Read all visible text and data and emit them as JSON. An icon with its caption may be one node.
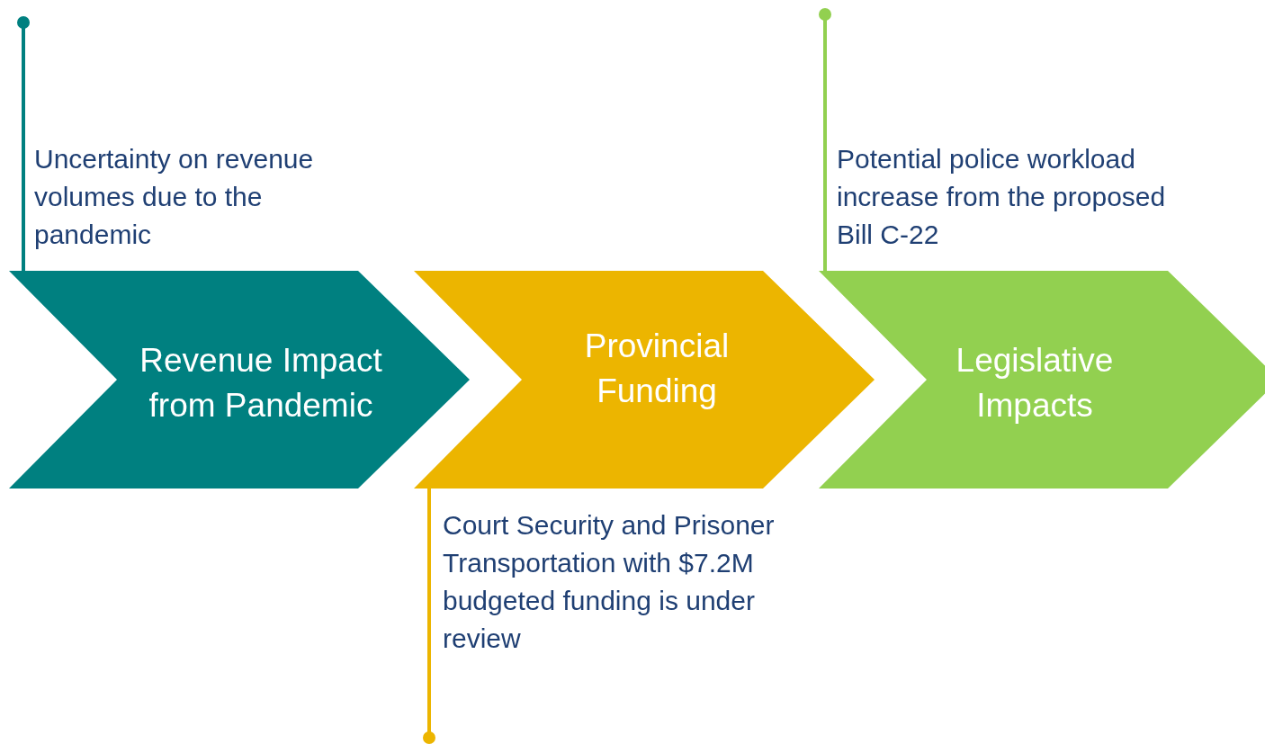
{
  "diagram": {
    "nodes": [
      {
        "text": [
          "Revenue Impact from Pandemic"
        ],
        "beside": [
          "Uncertainty on revenue volumes due to the pandemic"
        ]
      },
      {
        "text": [
          "Provincial Funding"
        ],
        "beside": [
          "Court Security and Prisoner Transportation with $7.2M budgeted funding is under review"
        ]
      },
      {
        "text": [
          "Legislative Impacts"
        ],
        "beside": [
          "Potential police workload increase from the proposed Bill C-22"
        ]
      }
    ]
  }
}
